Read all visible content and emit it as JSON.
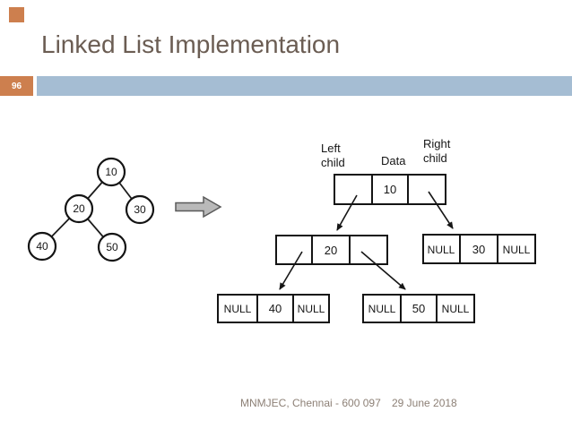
{
  "slide": {
    "title": "Linked List Implementation",
    "page_number": "96",
    "footer_left": "MNMJEC, Chennai - 600 097",
    "footer_right": "29 June 2018",
    "colors": {
      "accent_orange": "#cd7f4e",
      "accent_blue": "#a5bdd3",
      "title_text": "#6b5d53",
      "footer_text": "#8d8076",
      "diagram_ink": "#161616"
    }
  },
  "diagram": {
    "headers": {
      "left_line1": "Left",
      "left_line2": "child",
      "data": "Data",
      "right_line1": "Right",
      "right_line2": "child"
    },
    "tree_nodes": [
      {
        "label": "10"
      },
      {
        "label": "20"
      },
      {
        "label": "30"
      },
      {
        "label": "40"
      },
      {
        "label": "50"
      }
    ],
    "list_nodes": [
      {
        "left": "",
        "data": "10",
        "right": ""
      },
      {
        "left": "",
        "data": "20",
        "right": ""
      },
      {
        "left": "NULL",
        "data": "30",
        "right": "NULL"
      },
      {
        "left": "NULL",
        "data": "40",
        "right": "NULL"
      },
      {
        "left": "NULL",
        "data": "50",
        "right": "NULL"
      }
    ]
  }
}
